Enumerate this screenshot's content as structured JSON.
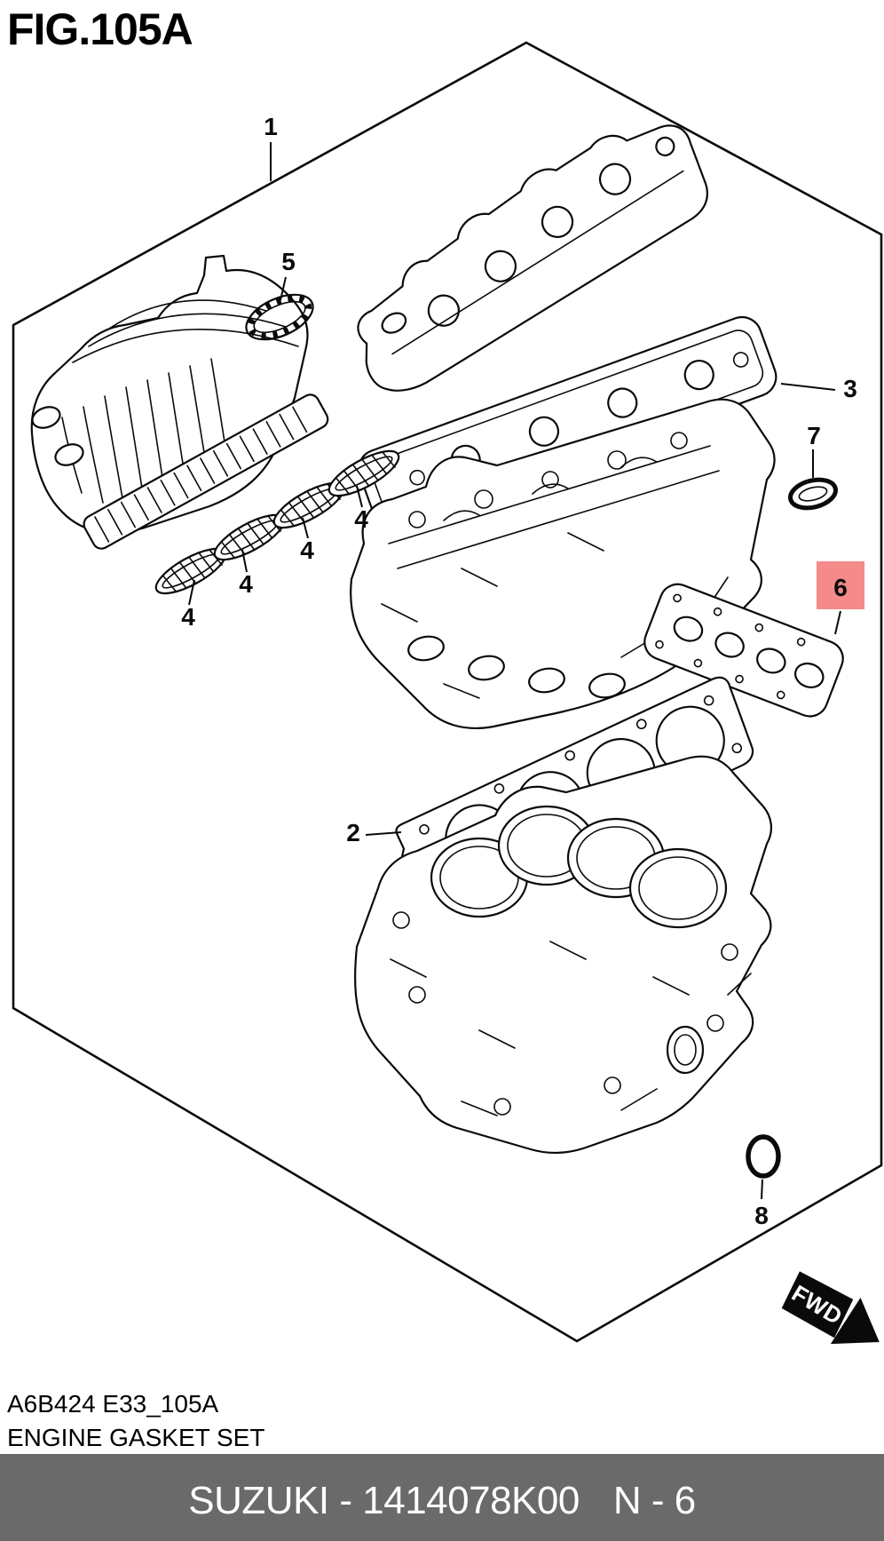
{
  "figure": {
    "title": "FIG.105A"
  },
  "drawing": {
    "code": "A6B424 E33_105A",
    "name": "ENGINE GASKET SET"
  },
  "footer": {
    "brand_part": "SUZUKI - 1414078K00",
    "ref": "N - 6",
    "bar_color": "#6a6a6a",
    "text_color": "#ffffff"
  },
  "callouts": {
    "gasket_set": "1",
    "cylinder_head_gasket": "2",
    "head_cover_gasket": "3",
    "intake_manifold_gasket": "4",
    "throttle_seal_ring": "5",
    "intake_gasket_highlighted": "6",
    "cam_end_seal": "7",
    "o_ring": "8"
  },
  "highlight": {
    "fill": "#f48a8a",
    "text": "#8e3737"
  },
  "fwd": {
    "label": "FWD"
  },
  "line_color": "#0a0a0a"
}
